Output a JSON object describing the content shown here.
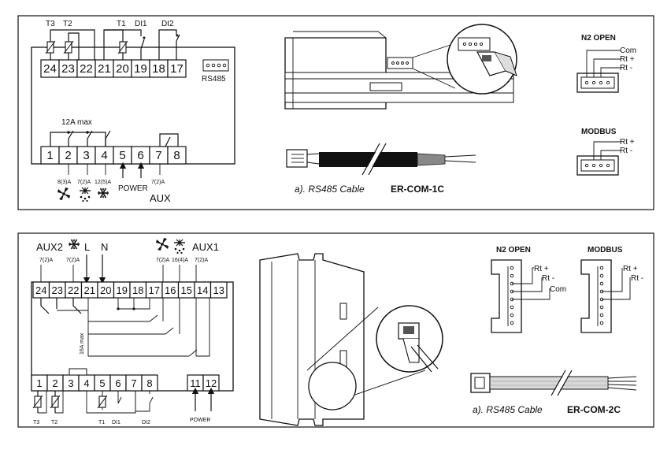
{
  "panel_top": {
    "top_labels": {
      "t3": "T3",
      "t2": "T2",
      "t1": "T1",
      "di1": "DI1",
      "di2": "DI2"
    },
    "upper_terminals": [
      "24",
      "23",
      "22",
      "21",
      "20",
      "19",
      "18",
      "17"
    ],
    "rs485_label": "RS485",
    "rating_label": "12A max",
    "lower_terminals": [
      "1",
      "2",
      "3",
      "4",
      "5",
      "6",
      "7",
      "8"
    ],
    "ratings": {
      "t2": "8(3)A",
      "t3": "7(2)A",
      "t4": "12(5)A",
      "t7": "7(2)A"
    },
    "power_label": "POWER",
    "aux_label": "AUX",
    "cable_caption": "a). RS485 Cable",
    "cable_model": "ER-COM-1C",
    "n2": {
      "title": "N2 OPEN",
      "com": "Com",
      "rtp": "Rt +",
      "rtm": "Rt -"
    },
    "modbus": {
      "title": "MODBUS",
      "rtp": "Rt +",
      "rtm": "Rt -"
    }
  },
  "panel_bottom": {
    "top_labels": {
      "aux2": "AUX2",
      "l": "L",
      "n": "N",
      "aux1": "AUX1"
    },
    "ratings": {
      "r24": "7(2)A",
      "r22": "7(2)A",
      "r16": "7(2)A",
      "r15": "16(4)A",
      "r14": "7(2)A"
    },
    "upper_terminals": [
      "24",
      "23",
      "22",
      "21",
      "20",
      "19",
      "18",
      "17",
      "16",
      "15",
      "14",
      "13"
    ],
    "rating_label": "16A max",
    "lower_terminals": [
      "1",
      "2",
      "3",
      "4",
      "5",
      "6",
      "7",
      "8"
    ],
    "power_terminals": [
      "11",
      "12"
    ],
    "bottom_labels": {
      "t3": "T3",
      "t2": "T2",
      "t1": "T1",
      "di1": "DI1",
      "di2": "DI2"
    },
    "power_label": "POWER",
    "n2": {
      "title": "N2 OPEN",
      "rtp": "Rt +",
      "rtm": "Rt -",
      "com": "Com"
    },
    "modbus": {
      "title": "MODBUS",
      "rtp": "Rt +",
      "rtm": "Rt -"
    },
    "cable_caption": "a). RS485 Cable",
    "cable_model": "ER-COM-2C"
  },
  "icons": [
    "fan-icon",
    "snowflake-icon",
    "defrost-icon"
  ],
  "colors": {
    "line": "#111111",
    "background": "#ffffff"
  }
}
